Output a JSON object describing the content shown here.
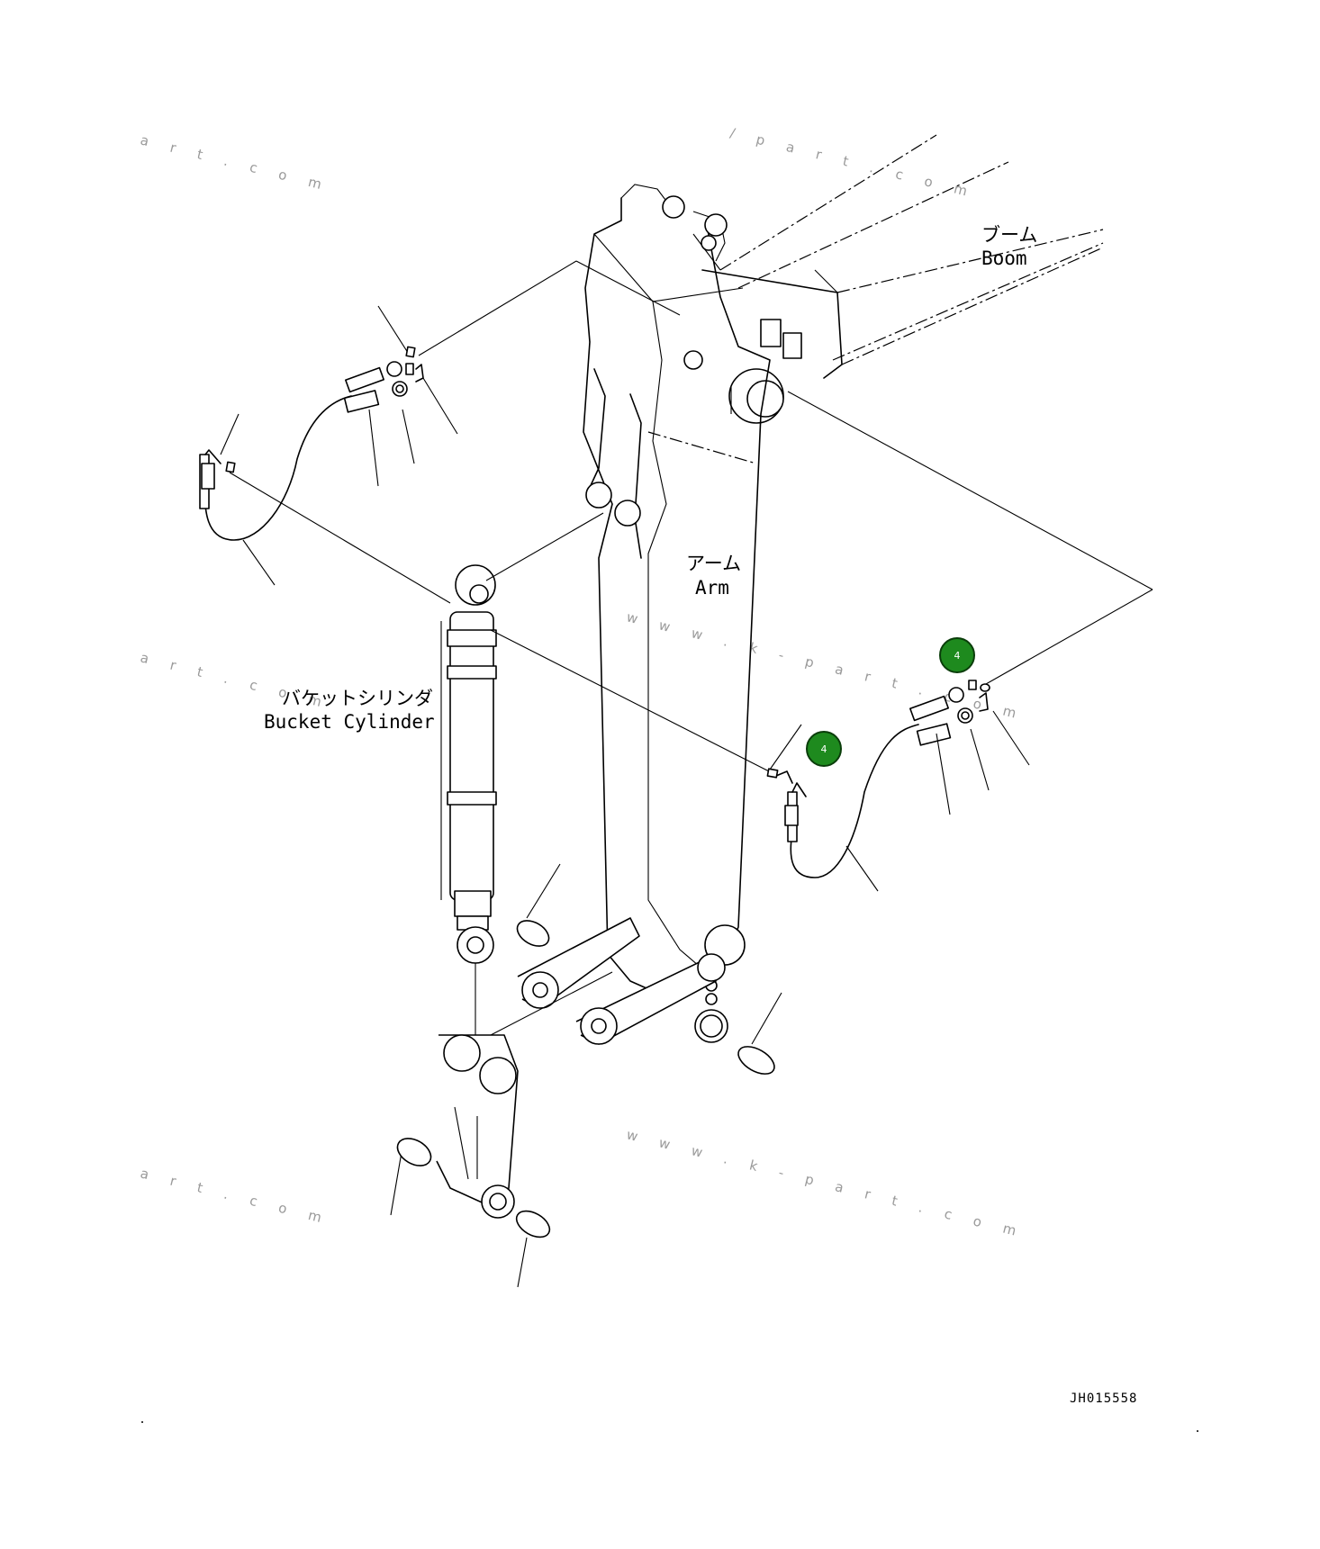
{
  "labels": {
    "boom_jp": "ブーム",
    "boom_en": "Boom",
    "arm_jp": "アーム",
    "arm_en": "Arm",
    "bucket_cylinder_jp": "バケットシリンダ",
    "bucket_cylinder_en": "Bucket Cylinder",
    "drawing_code": "JH015558"
  },
  "callouts": [
    {
      "number": "4"
    },
    {
      "number": "4"
    }
  ],
  "watermarks": [
    "a r t . c o m",
    "/ p a r t . c o m",
    "w w w . k - p a r t . c o m",
    "a r t . c o m",
    "w w w . k - p a r t . c o m",
    "a r t . c o m"
  ],
  "colors": {
    "callout_fill": "#1e8a1e",
    "line": "#000000",
    "watermark": "#9a9a9a"
  }
}
